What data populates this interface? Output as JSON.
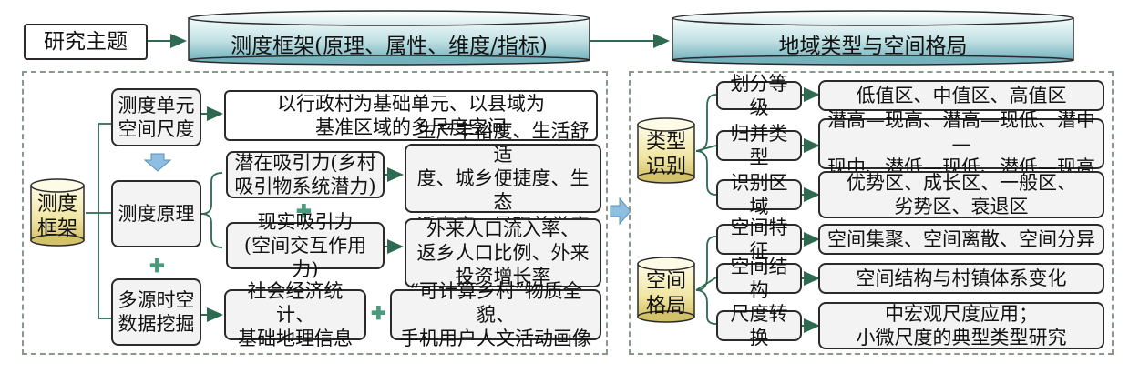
{
  "header": {
    "topic": "研究主题",
    "framework": "测度框架(原理、属性、维度/指标)",
    "pattern": "地域类型与空间格局"
  },
  "left": {
    "core": "测度\n框架",
    "unit_label": "测度单元\n空间尺度",
    "unit_desc": "以行政村为基础单元、以县域为\n基准区域的多尺度空间",
    "principle": "测度原理",
    "potential": "潜在吸引力(乡村\n吸引物系统潜力)",
    "potential_desc": "生产丰裕度、生活舒适\n度、城乡便捷度、生态\n适宜度、景观美誉度",
    "actual": "现实吸引力\n(空间交互作用力)",
    "actual_desc": "外来人口流入率、\n返乡人口比例、外来\n投资增长率",
    "data": "多源时空\n数据挖掘",
    "data_stat": "社会经济统计、\n基础地理信息",
    "data_comp": "“可计算乡村”物质全貌、\n手机用户人文活动画像"
  },
  "right": {
    "type_core": "类型\n识别",
    "grade": "划分等级",
    "grade_desc": "低值区、中值区、高值区",
    "merge": "归并类型",
    "merge_desc": "潜高—现高、潜高—现低、潜中—\n现中、潜低—现低、潜低—现高",
    "identify": "识别区域",
    "identify_desc": "优势区、成长区、一般区、\n劣势区、衰退区",
    "space_core": "空间\n格局",
    "feature": "空间特征",
    "feature_desc": "空间集聚、空间离散、空间分异",
    "structure": "空间结构",
    "structure_desc": "空间结构与村镇体系变化",
    "scale": "尺度转换",
    "scale_desc": "中宏观尺度应用；\n小微尺度的典型类型研究"
  },
  "colors": {
    "cyl_light": "#f2f9f8",
    "cyl_dark": "#7fbcc4",
    "small_cyl_light": "#faf6d4",
    "small_cyl_dark": "#d8c878",
    "line": "#2d6a4f",
    "block_arrow": "#7fb6d6"
  }
}
